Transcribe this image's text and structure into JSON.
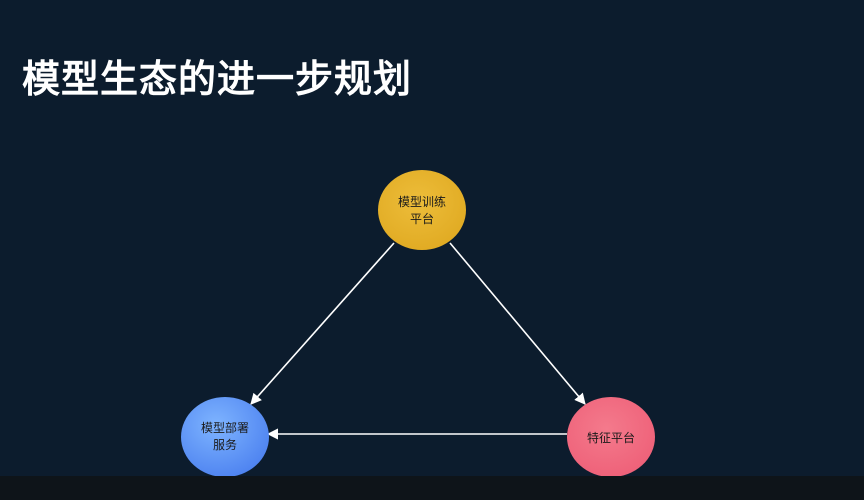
{
  "slide": {
    "title": "模型生态的进一步规划"
  },
  "diagram": {
    "nodes": [
      {
        "id": "training",
        "lines": [
          "模型训练",
          "平台"
        ],
        "color": "#e0aa22"
      },
      {
        "id": "deploy",
        "lines": [
          "模型部署",
          "服务"
        ],
        "color": "#4d82f0"
      },
      {
        "id": "feature",
        "lines": [
          "特征平台"
        ],
        "color": "#ee6078"
      }
    ],
    "edges": [
      {
        "from": "training",
        "to": "deploy"
      },
      {
        "from": "training",
        "to": "feature"
      },
      {
        "from": "feature",
        "to": "deploy"
      }
    ],
    "arrow_color": "#ffffff"
  }
}
